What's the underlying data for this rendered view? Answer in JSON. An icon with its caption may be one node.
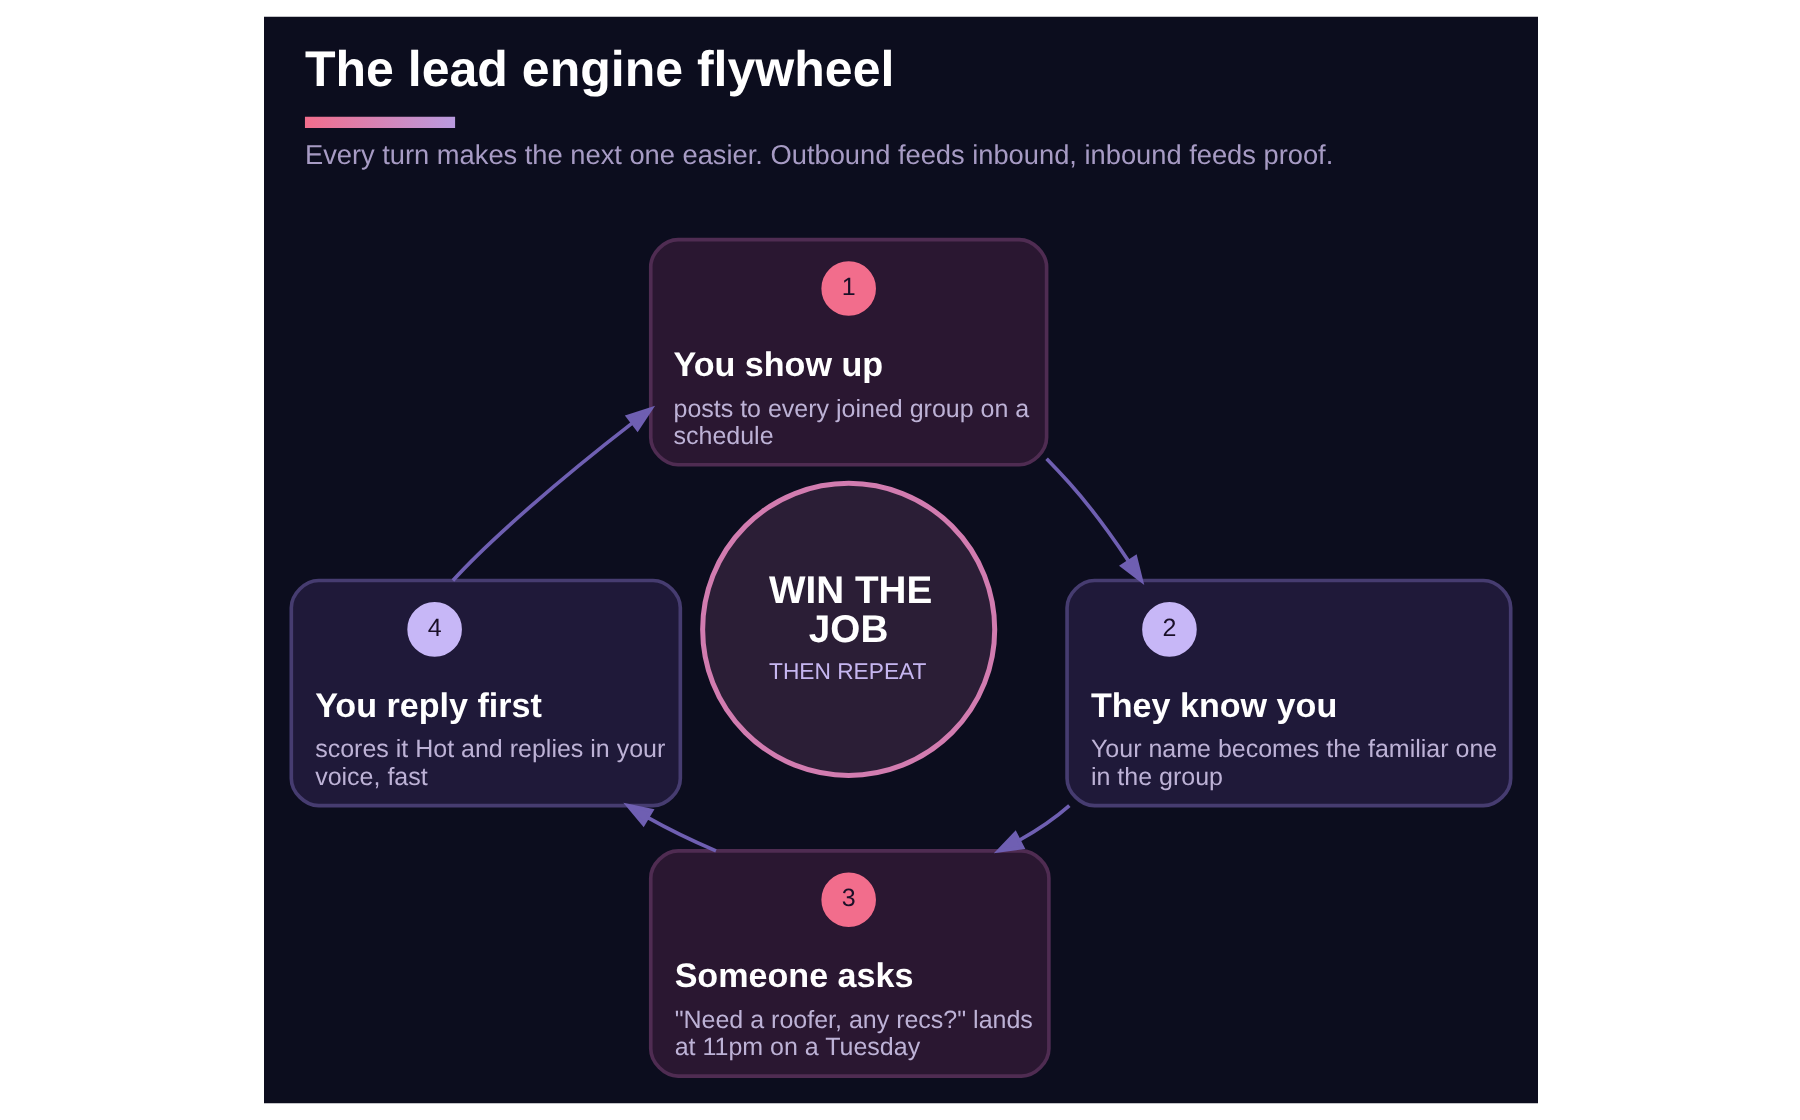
{
  "diagram": {
    "title": "The lead engine flywheel",
    "caption": "Every turn makes the next one easier. Outbound feeds inbound, inbound feeds proof.",
    "nodes": [
      {
        "text": [
          "You show up",
          "posts to every joined group on a schedule"
        ]
      },
      {
        "text": [
          "1"
        ],
        "in": 0
      },
      {
        "text": [
          "You reply first",
          "scores it Hot and replies in your voice, fast"
        ]
      },
      {
        "text": [
          "4"
        ],
        "in": 2
      },
      {
        "text": [
          "WIN THE JOB",
          "THEN REPEAT"
        ]
      },
      {
        "text": [
          "They know you",
          "Your name becomes the familiar one in the group"
        ]
      },
      {
        "text": [
          "2"
        ],
        "in": 5
      },
      {
        "text": [
          "Someone asks",
          "\"Need a roofer, any recs?\" lands at 11pm on a Tuesday"
        ]
      },
      {
        "text": [
          "3"
        ],
        "in": 7
      }
    ],
    "edges": [
      {
        "from": 0,
        "to": 5,
        "arrow": "to"
      },
      {
        "from": 5,
        "to": 7,
        "arrow": "to"
      },
      {
        "from": 7,
        "to": 2,
        "arrow": "to"
      },
      {
        "from": 2,
        "to": 0,
        "arrow": "to"
      }
    ]
  }
}
